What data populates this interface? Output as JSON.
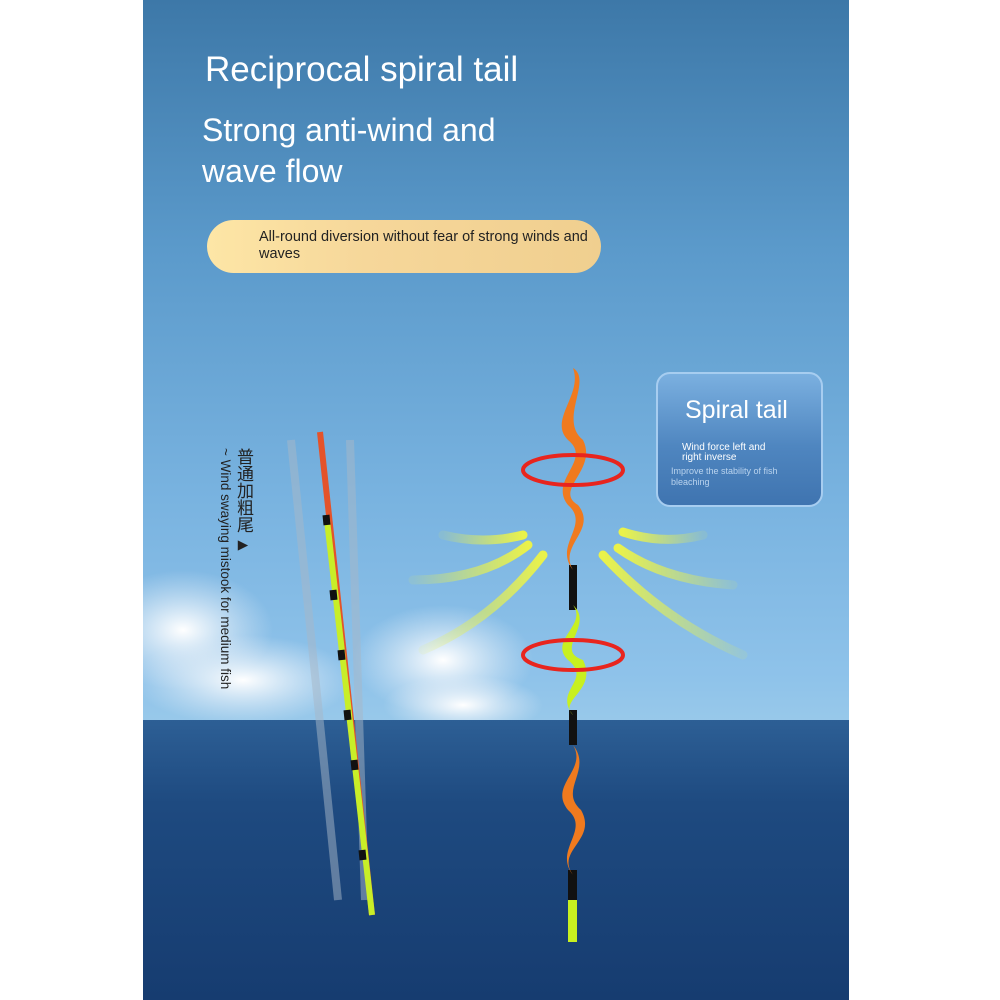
{
  "headline": "Reciprocal spiral tail",
  "subheadline": "Strong anti-wind and wave flow",
  "pill_text": "All-round diversion without fear of strong winds and waves",
  "card": {
    "title": "Spiral tail",
    "subtitle": "Wind force left and right inverse",
    "description": "Improve the stability of fish bleaching"
  },
  "comparison": {
    "chinese": "普通加粗尾",
    "arrow": "▶",
    "english": "~ Wind swaying mistook for medium fish"
  },
  "colors": {
    "orange": "#f07a1e",
    "green": "#c8f020",
    "red": "#e8251e",
    "arrow": "#e9f24a"
  }
}
